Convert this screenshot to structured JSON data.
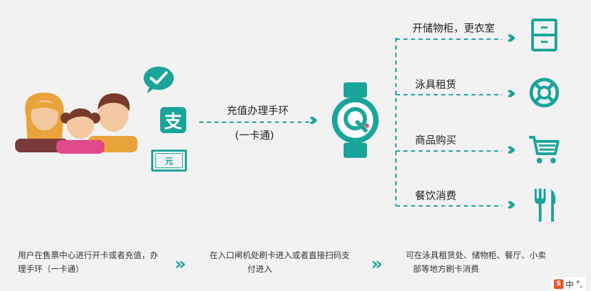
{
  "payment": {
    "label_line1": "充值办理手环",
    "label_line2": "(一卡通)"
  },
  "services": [
    {
      "label": "开储物柜，更衣室",
      "icon": "locker-icon"
    },
    {
      "label": "泳具租赁",
      "icon": "lifebuoy-icon"
    },
    {
      "label": "商品购买",
      "icon": "cart-icon"
    },
    {
      "label": "餐饮消费",
      "icon": "fork-knife-icon"
    }
  ],
  "steps": [
    {
      "line1": "用户在售票中心进行开卡或者充值，办",
      "line2": "理手环（一卡通）"
    },
    {
      "line1": "在入口闸机处刷卡进入或者直接扫码支",
      "line2": "付进入"
    },
    {
      "line1": "可在泳具租赁处、储物柜、餐厅、小卖",
      "line2": "部等地方刷卡消费"
    }
  ],
  "currency_symbol": "元",
  "alipay_glyph": "支",
  "ime": {
    "label": "中"
  },
  "colors": {
    "accent": "#1aa59b",
    "wechat": "#1aa59b",
    "alipay": "#1aa59b"
  }
}
